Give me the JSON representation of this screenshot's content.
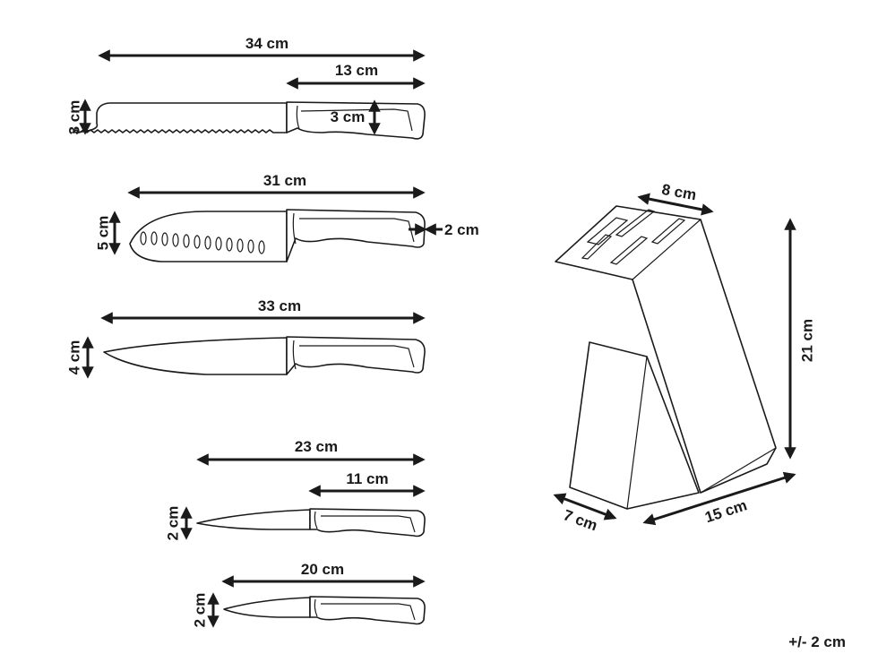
{
  "tolerance": "+/- 2 cm",
  "knives": [
    {
      "name": "bread-knife",
      "total_length": "34 cm",
      "handle_length": "13 cm",
      "blade_height": "3 cm",
      "handle_height": "3 cm"
    },
    {
      "name": "santoku-knife",
      "total_length": "31 cm",
      "blade_height": "5 cm",
      "handle_thickness": "2 cm"
    },
    {
      "name": "chef-knife",
      "total_length": "33 cm",
      "blade_height": "4 cm"
    },
    {
      "name": "utility-knife",
      "total_length": "23 cm",
      "handle_length": "11 cm",
      "blade_height": "2 cm"
    },
    {
      "name": "paring-knife",
      "total_length": "20 cm",
      "blade_height": "2 cm"
    }
  ],
  "block": {
    "top_width": "8 cm",
    "height": "21 cm",
    "depth": "7 cm",
    "length": "15 cm"
  }
}
